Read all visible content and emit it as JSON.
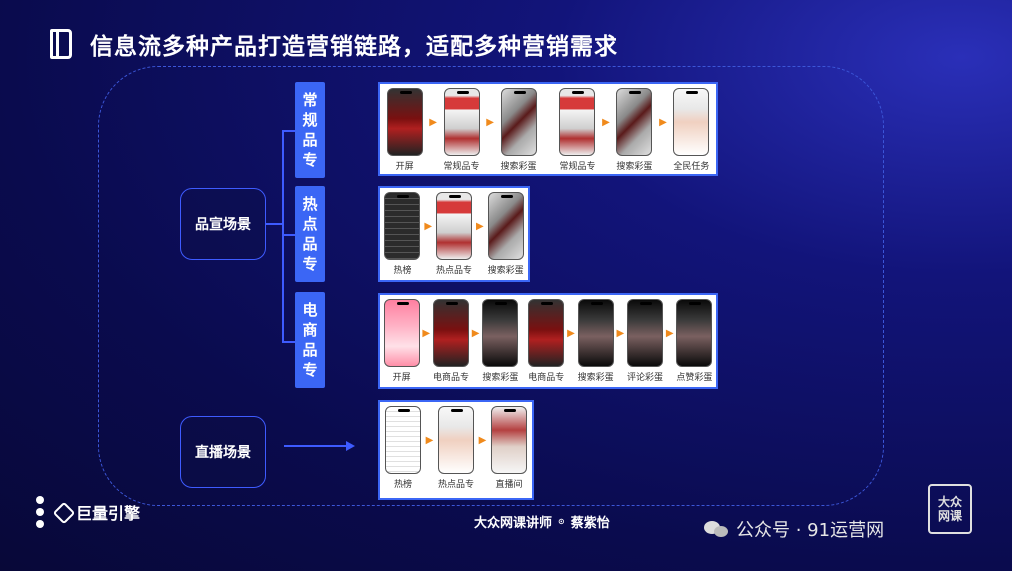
{
  "title": "信息流多种产品打造营销链路，适配多种营销需求",
  "scenes": {
    "brand": "品宣场景",
    "live": "直播场景"
  },
  "categories": {
    "regular": [
      "常",
      "规",
      "品",
      "专"
    ],
    "hot": [
      "热",
      "点",
      "品",
      "专"
    ],
    "ecommerce": [
      "电",
      "商",
      "品",
      "专"
    ]
  },
  "rows": {
    "regular": {
      "group1": [
        "开屏",
        "常规品专",
        "搜索彩蛋"
      ],
      "group2": [
        "常规品专",
        "搜索彩蛋",
        "全民任务"
      ]
    },
    "hot": [
      "热榜",
      "热点品专",
      "搜索彩蛋"
    ],
    "ecommerce": {
      "group1": [
        "开屏",
        "电商品专",
        "搜索彩蛋"
      ],
      "group2": [
        "电商品专",
        "搜索彩蛋",
        "评论彩蛋",
        "点赞彩蛋"
      ]
    },
    "live": [
      "热榜",
      "热点品专",
      "直播间"
    ]
  },
  "brand": {
    "name": "巨量引擎"
  },
  "footer": {
    "org": "大众网课讲师",
    "sep": "⊙",
    "person": "蔡紫怡"
  },
  "watermark": {
    "label": "公众号 · 91运营网"
  },
  "stamp": {
    "line1": "大众",
    "line2": "网课"
  },
  "colors": {
    "accent": "#3b66f5",
    "arrow": "#f08a1c",
    "background": "#0a0b4e"
  }
}
